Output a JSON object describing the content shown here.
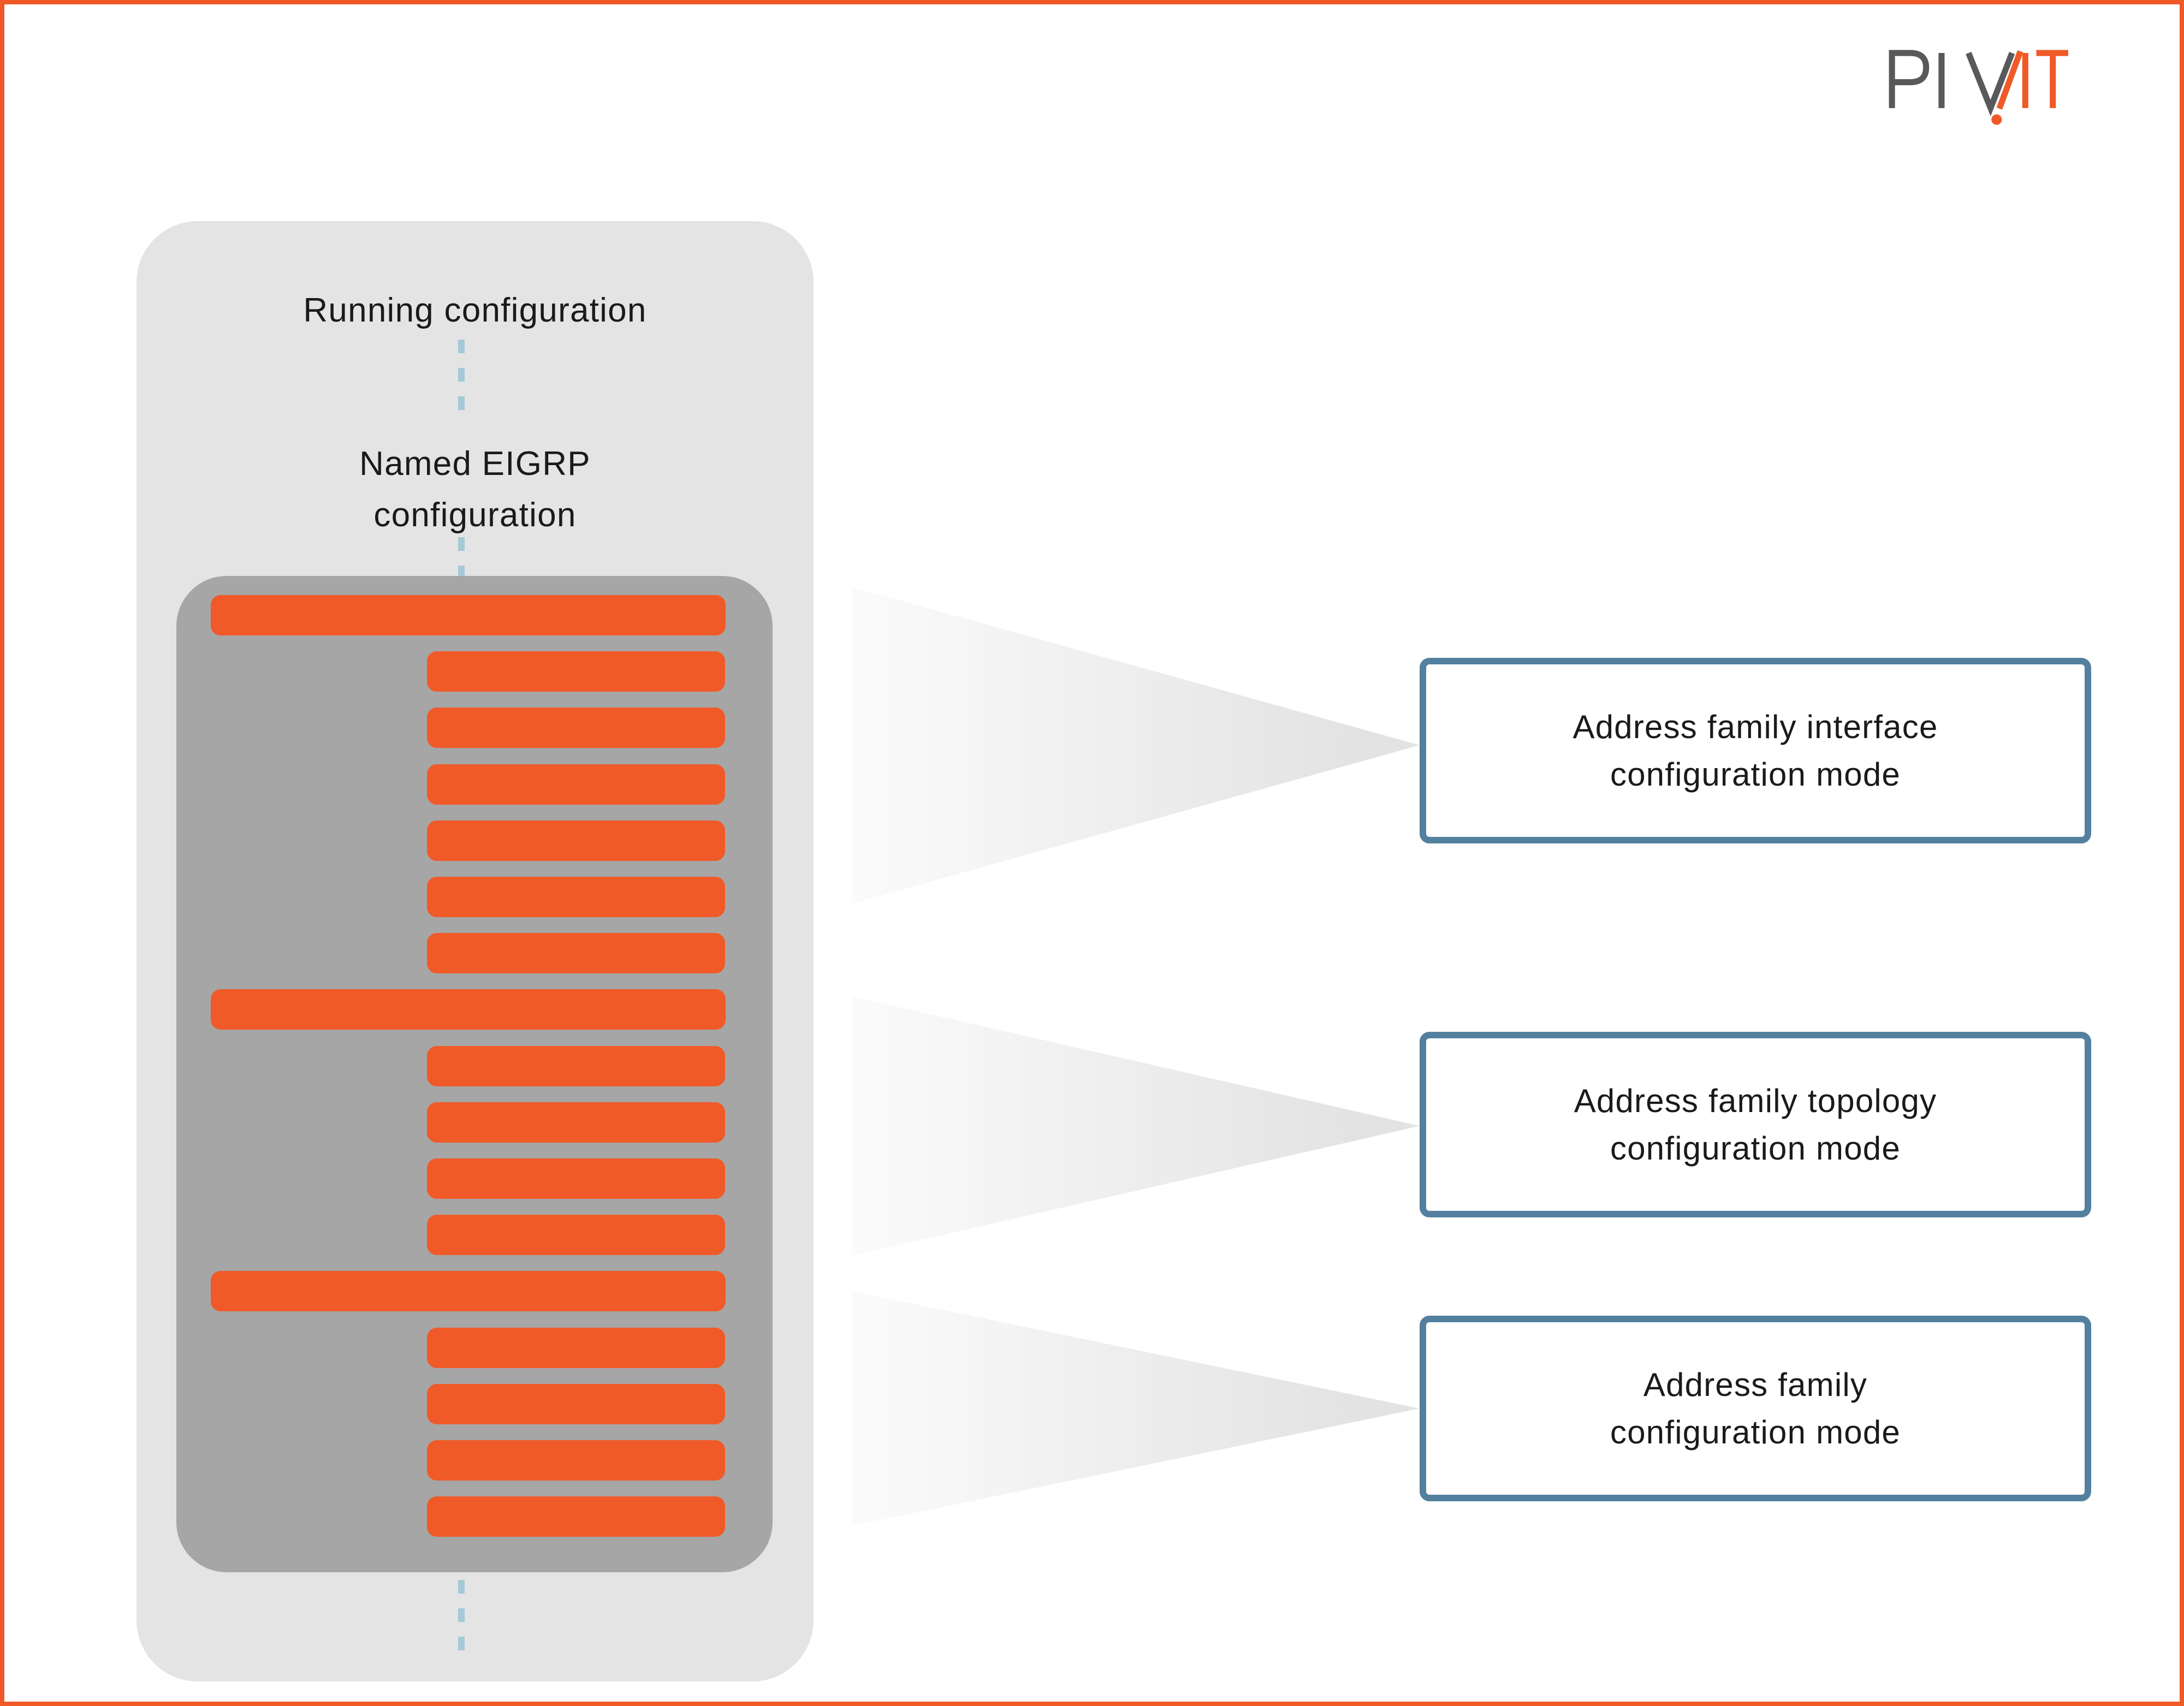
{
  "logo": {
    "text": "PIVIT"
  },
  "running_config": {
    "title": "Running configuration",
    "subtitle_line1": "Named EIGRP",
    "subtitle_line2": "configuration",
    "bars": [
      "full",
      "indent",
      "indent",
      "indent",
      "indent",
      "indent",
      "indent",
      "full",
      "indent",
      "indent",
      "indent",
      "indent",
      "full",
      "indent",
      "indent",
      "indent",
      "indent"
    ]
  },
  "modes": [
    {
      "line1": "Address family interface",
      "line2": "configuration mode"
    },
    {
      "line1": "Address family topology",
      "line2": "configuration mode"
    },
    {
      "line1": "Address family",
      "line2": "configuration mode"
    }
  ],
  "colors": {
    "orange": "#F05A28",
    "frame": "#F05A28",
    "light_gray": "#E4E4E4",
    "mid_gray": "#A6A6A6",
    "dash_blue": "#A5C9D7",
    "box_border": "#54809F",
    "ink": "#1A1A1A",
    "logo_gray": "#58595B",
    "arrow_start": "#FBFBFB",
    "arrow_end": "#E3E3E3"
  }
}
